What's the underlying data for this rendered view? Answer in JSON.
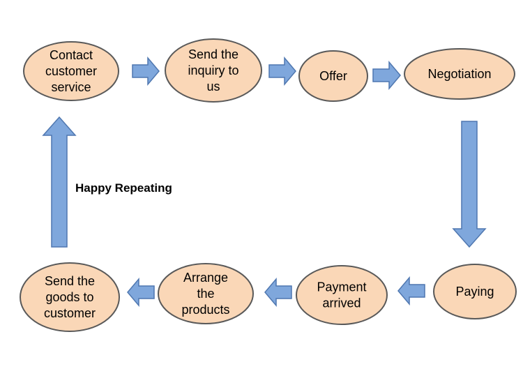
{
  "colors": {
    "node_fill": "#fad7b7",
    "node_stroke": "#595959",
    "arrow_fill": "#7fa7dc",
    "arrow_stroke": "#4f77b0"
  },
  "nodes": [
    {
      "id": "contact-customer-service",
      "lines": [
        "Contact",
        "customer",
        "service"
      ]
    },
    {
      "id": "send-the-inquiry",
      "lines": [
        "Send the",
        "inquiry to",
        "us"
      ]
    },
    {
      "id": "offer",
      "lines": [
        "Offer"
      ]
    },
    {
      "id": "negotiation",
      "lines": [
        "Negotiation"
      ]
    },
    {
      "id": "paying",
      "lines": [
        "Paying"
      ]
    },
    {
      "id": "payment-arrived",
      "lines": [
        "Payment",
        "arrived"
      ]
    },
    {
      "id": "arrange-the-products",
      "lines": [
        "Arrange",
        "the",
        "products"
      ]
    },
    {
      "id": "send-the-goods",
      "lines": [
        "Send the",
        "goods to",
        "customer"
      ]
    }
  ],
  "caption": "Happy Repeating"
}
